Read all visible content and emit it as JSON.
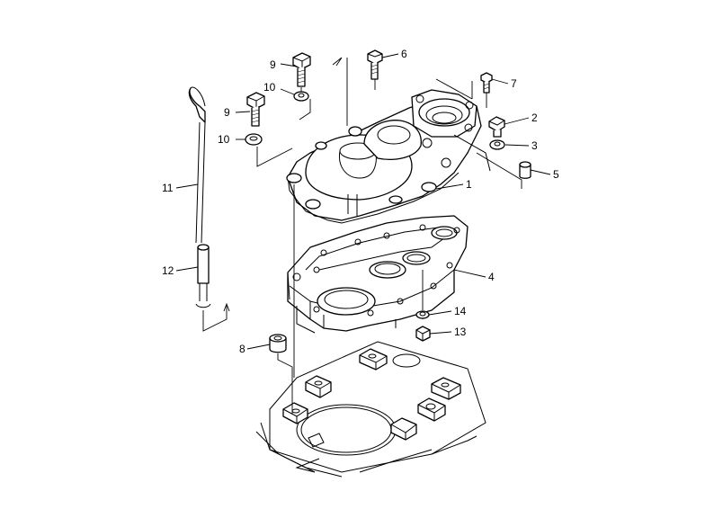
{
  "callouts": [
    {
      "id": "1",
      "text": "1"
    },
    {
      "id": "2",
      "text": "2"
    },
    {
      "id": "3",
      "text": "3"
    },
    {
      "id": "4",
      "text": "4"
    },
    {
      "id": "5",
      "text": "5"
    },
    {
      "id": "6",
      "text": "6"
    },
    {
      "id": "7",
      "text": "7"
    },
    {
      "id": "8",
      "text": "8"
    },
    {
      "id": "9a",
      "text": "9"
    },
    {
      "id": "9b",
      "text": "9"
    },
    {
      "id": "10a",
      "text": "10"
    },
    {
      "id": "10b",
      "text": "10"
    },
    {
      "id": "11",
      "text": "11"
    },
    {
      "id": "12",
      "text": "12"
    },
    {
      "id": "13",
      "text": "13"
    },
    {
      "id": "14",
      "text": "14"
    }
  ]
}
